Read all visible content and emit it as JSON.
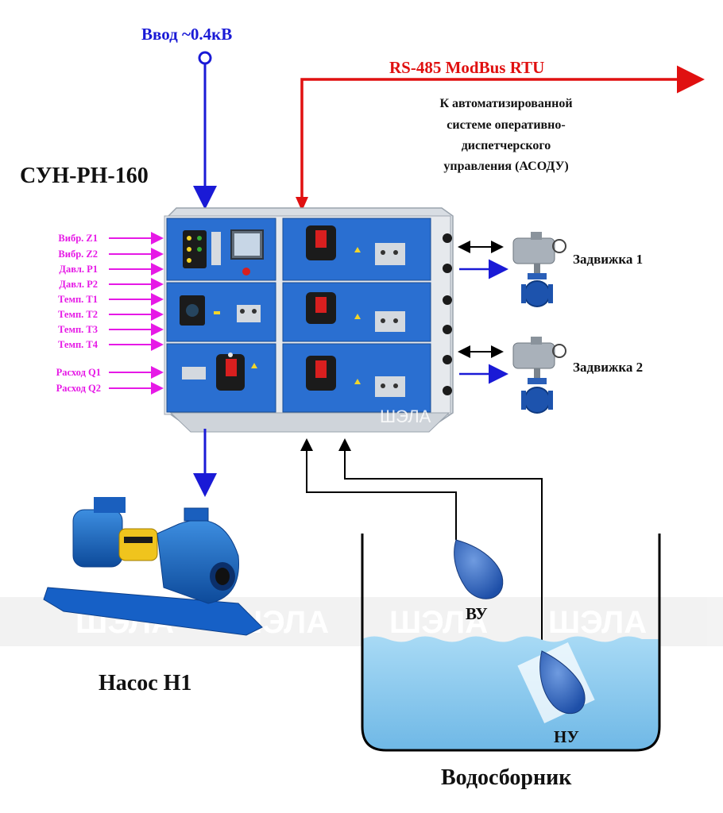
{
  "input_label": "Ввод ~0.4кВ",
  "bus_label": "RS-485 ModBus RTU",
  "asodu_lines": [
    "К автоматизированной",
    "системе оперативно-",
    "диспетчерского",
    "управления (АСОДУ)"
  ],
  "cabinet_title": "СУН-РН-160",
  "sensor_inputs": [
    "Вибр. Z1",
    "Вибр. Z2",
    "Давл. P1",
    "Давл. P2",
    "Темп. T1",
    "Темп. T2",
    "Темп. T3",
    "Темп. T4",
    "Расход Q1",
    "Расход Q2"
  ],
  "valves": [
    "Задвижка 1",
    "Задвижка 2"
  ],
  "pump_label": "Насос Н1",
  "upper_level_label": "ВУ",
  "lower_level_label": "НУ",
  "tank_label": "Водосборник",
  "watermark": "ШЭЛА",
  "colors": {
    "power": "#1a1ad6",
    "bus": "#e01010",
    "sensors": "#e619e6",
    "cabinet": "#2a6fd1",
    "water": "#7fc3ec"
  }
}
